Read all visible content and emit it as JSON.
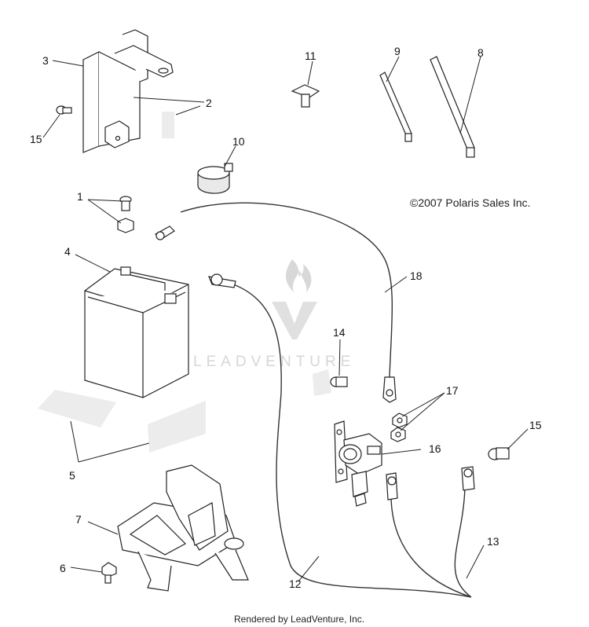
{
  "copyright": "©2007 Polaris Sales Inc.",
  "footer": "Rendered by LeadVenture, Inc.",
  "watermark": "LEADVENTURE",
  "callouts": [
    "1",
    "2",
    "3",
    "4",
    "5",
    "6",
    "7",
    "8",
    "9",
    "10",
    "11",
    "12",
    "13",
    "14",
    "15",
    "15",
    "16",
    "17",
    "18"
  ]
}
